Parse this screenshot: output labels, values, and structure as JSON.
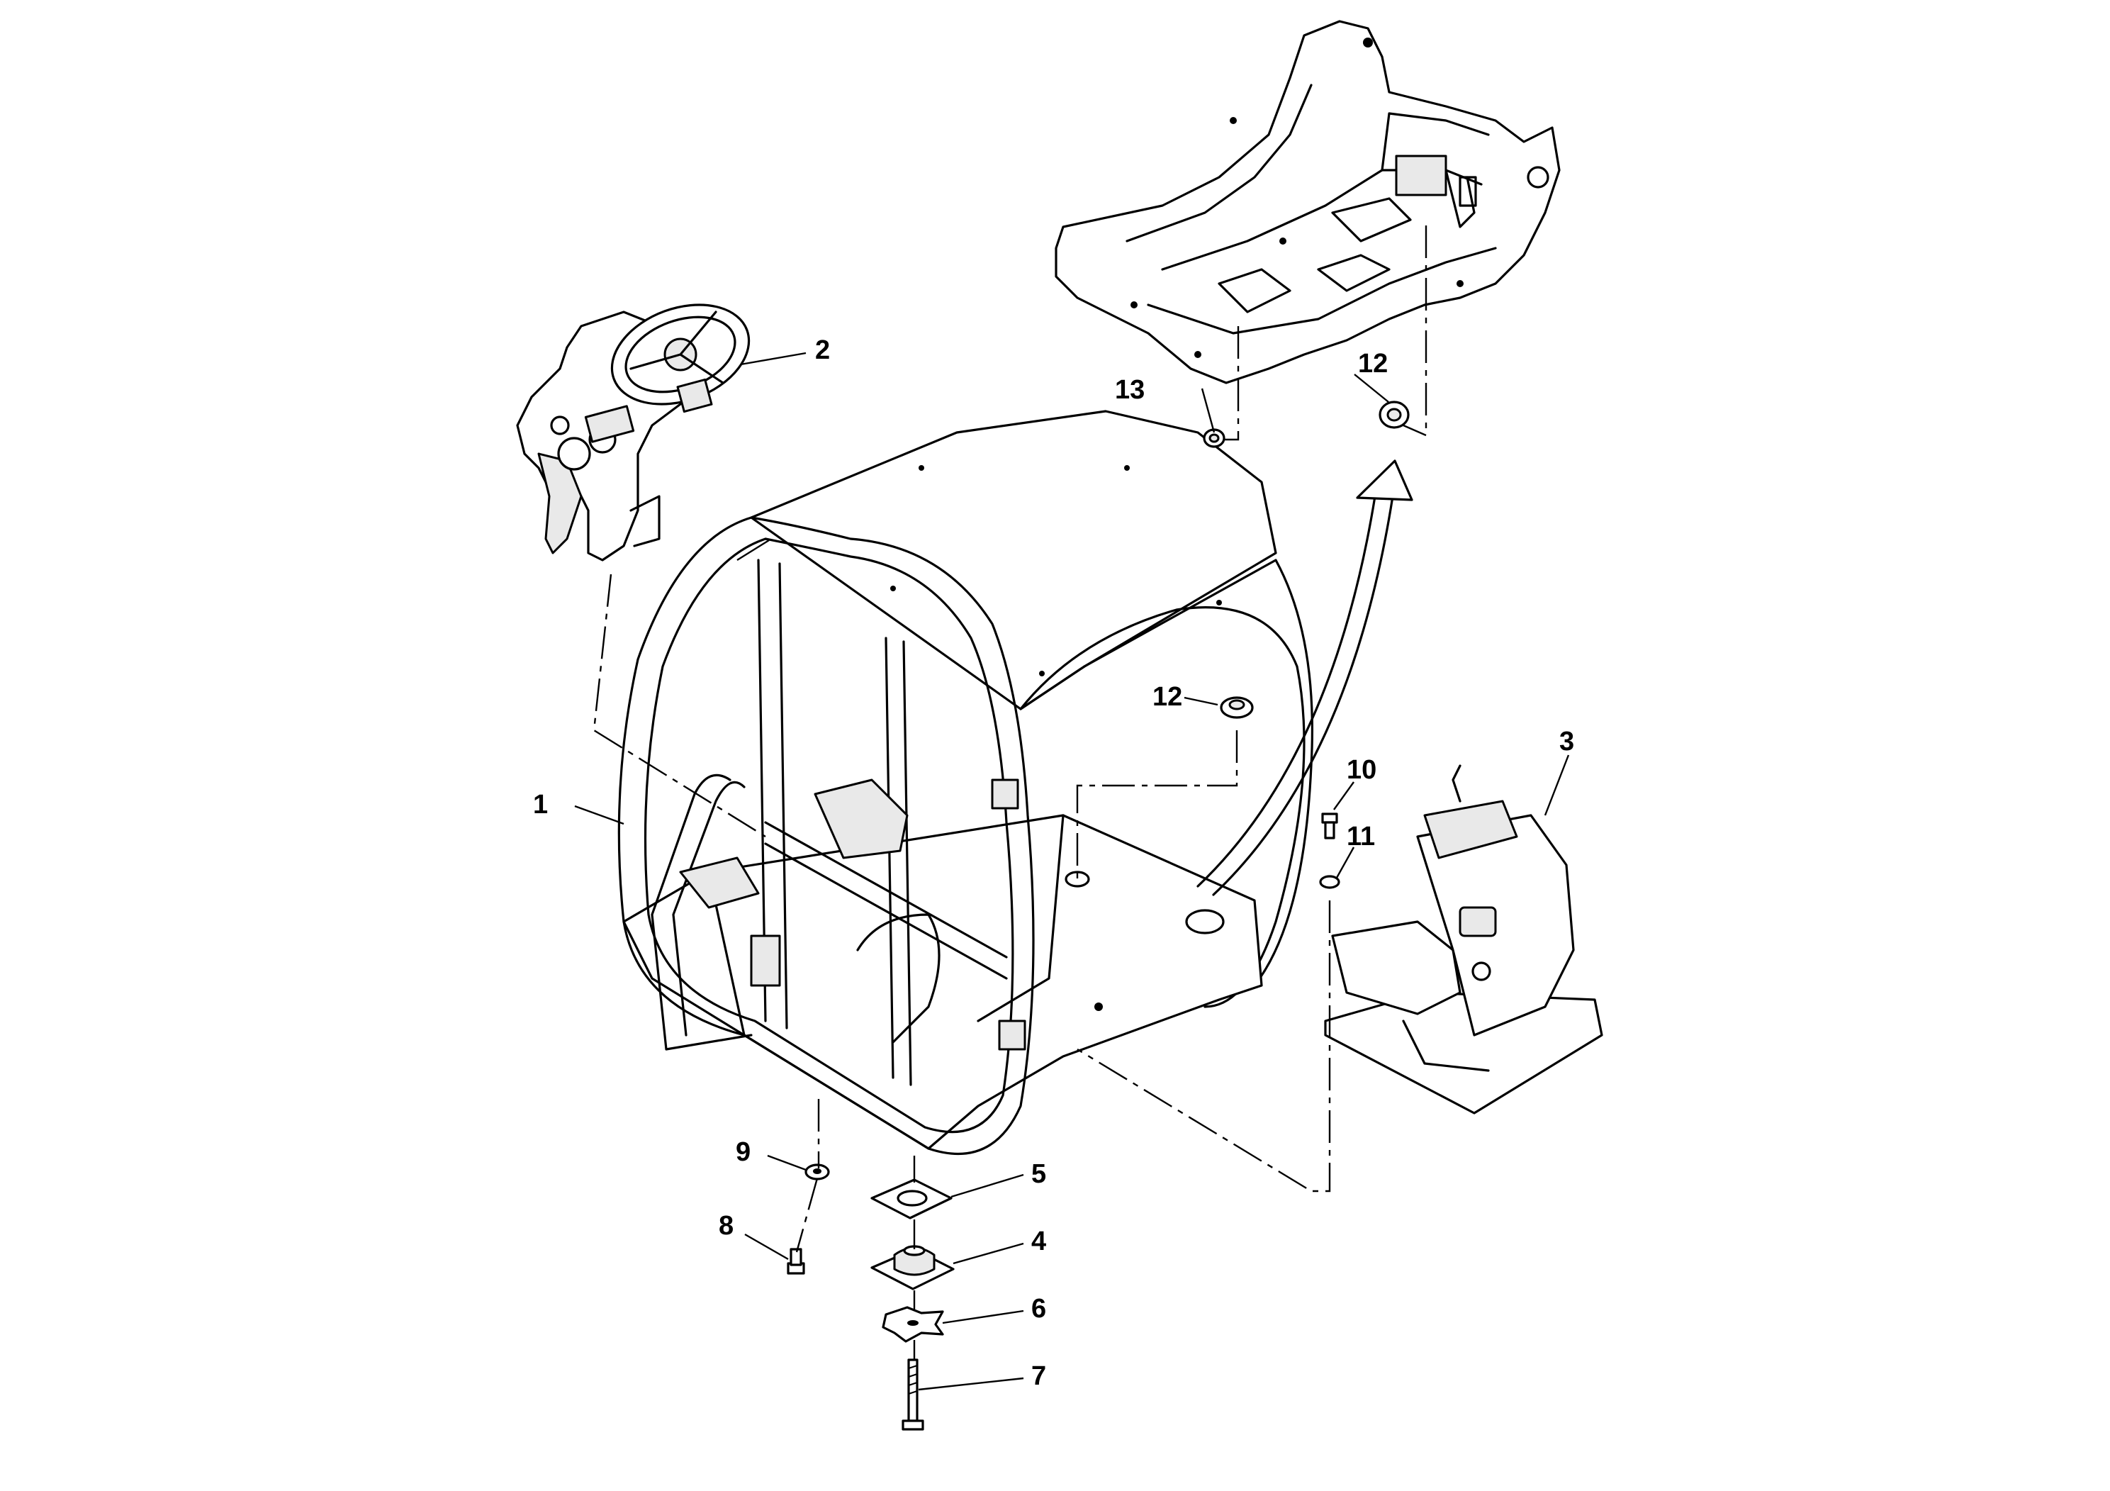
{
  "callouts": [
    {
      "id": "1",
      "label": "1",
      "part": "cab-frame"
    },
    {
      "id": "2",
      "label": "2",
      "part": "steering-console"
    },
    {
      "id": "3",
      "label": "3",
      "part": "operator-seat"
    },
    {
      "id": "4",
      "label": "4",
      "part": "rubber-mount"
    },
    {
      "id": "5",
      "label": "5",
      "part": "mount-plate"
    },
    {
      "id": "6",
      "label": "6",
      "part": "washer-plate"
    },
    {
      "id": "7",
      "label": "7",
      "part": "bolt-long"
    },
    {
      "id": "8",
      "label": "8",
      "part": "screw"
    },
    {
      "id": "9",
      "label": "9",
      "part": "washer"
    },
    {
      "id": "10",
      "label": "10",
      "part": "screw"
    },
    {
      "id": "11",
      "label": "11",
      "part": "washer"
    },
    {
      "id": "12a",
      "label": "12",
      "part": "grommet-cab"
    },
    {
      "id": "12b",
      "label": "12",
      "part": "grommet-floor"
    },
    {
      "id": "13",
      "label": "13",
      "part": "grommet-small"
    }
  ]
}
